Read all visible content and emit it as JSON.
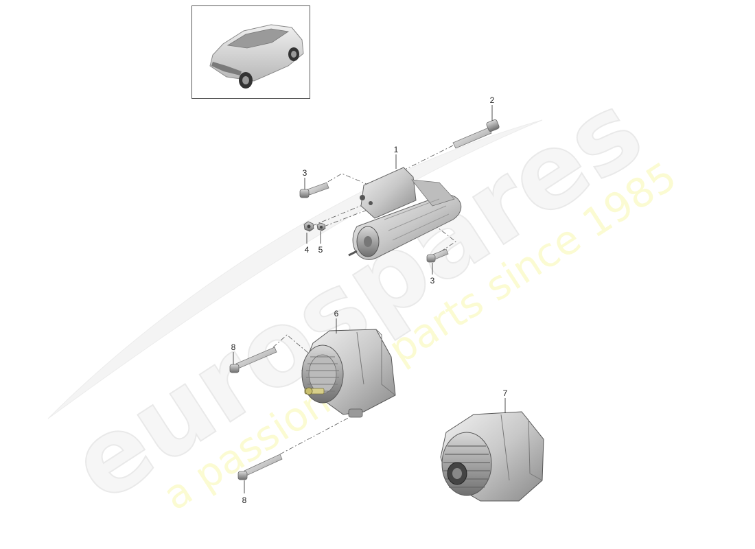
{
  "watermark": {
    "brand": "eurospares",
    "tagline": "a passion for parts since 1985"
  },
  "thumbnail": {
    "icon": "suv-vehicle-icon"
  },
  "parts": [
    {
      "callout": "1",
      "icon": "starter-motor-icon"
    },
    {
      "callout": "2",
      "icon": "long-bolt-icon"
    },
    {
      "callout": "3",
      "icon": "bolt-icon"
    },
    {
      "callout": "3",
      "icon": "bolt-icon"
    },
    {
      "callout": "4",
      "icon": "nut-icon"
    },
    {
      "callout": "5",
      "icon": "nut-icon"
    },
    {
      "callout": "6",
      "icon": "alternator-icon"
    },
    {
      "callout": "7",
      "icon": "alternator-icon"
    },
    {
      "callout": "8",
      "icon": "long-bolt-icon"
    },
    {
      "callout": "8",
      "icon": "long-bolt-icon"
    }
  ]
}
